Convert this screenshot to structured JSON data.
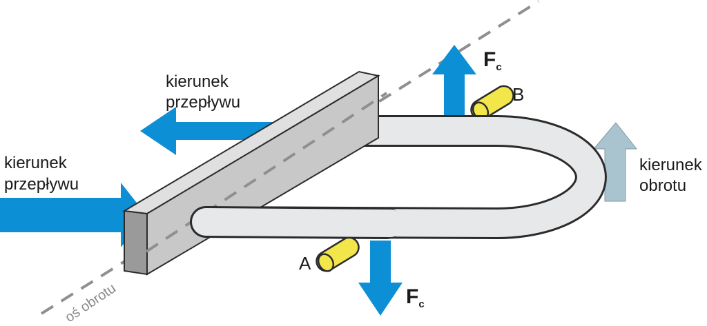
{
  "labels": {
    "flow_upper": [
      "kierunek",
      "przepływu"
    ],
    "flow_left": [
      "kierunek",
      "przepływu"
    ],
    "rotation": [
      "kierunek",
      "obrotu"
    ],
    "force_top": {
      "main": "F",
      "sub": "c"
    },
    "force_bottom": {
      "main": "F",
      "sub": "c"
    },
    "point_a": "A",
    "point_b": "B",
    "axis": "oś obrotu"
  },
  "colors": {
    "flow_arrow": "#0d8fd6",
    "rotation_arrow": "#a9c4cf",
    "sensor_fill": "#f3e64a",
    "tube_fill": "#e6e8ea",
    "bar_top": "#e0e0e0",
    "bar_front": "#c8c8c8",
    "bar_end": "#9a9a9a",
    "axis_line": "#8f8f8f"
  }
}
